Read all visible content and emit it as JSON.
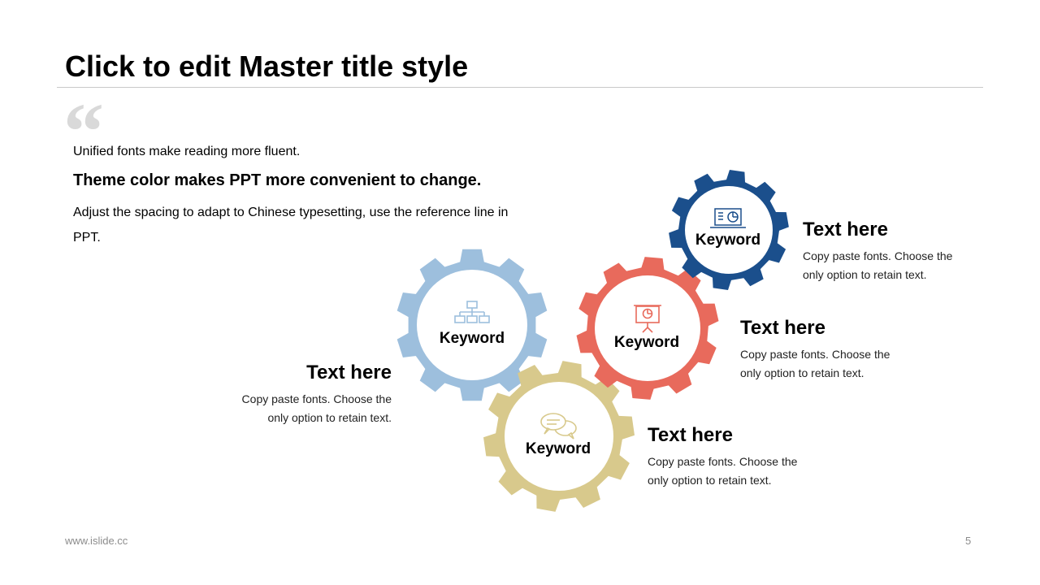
{
  "slide": {
    "title": "Click to edit Master title style",
    "quote_icon": "left-double-quote-icon",
    "quote_glyph": "“",
    "intro": {
      "line1": "Unified fonts make reading more fluent.",
      "line2": "Theme color makes PPT more convenient to change.",
      "line3": "Adjust the spacing to adapt to Chinese typesetting, use the reference line in PPT."
    },
    "footer": {
      "url": "www.islide.cc",
      "page": "5"
    }
  },
  "gears": [
    {
      "id": "blue-light",
      "color": "#9dbfdd",
      "keyword": "Keyword",
      "icon": "org-chart-icon",
      "heading": "Text here",
      "body": "Copy paste fonts. Choose the only option to retain text."
    },
    {
      "id": "gold",
      "color": "#d8c98c",
      "keyword": "Keyword",
      "icon": "chat-bubbles-icon",
      "heading": "Text here",
      "body": "Copy paste fonts. Choose the only option to retain text."
    },
    {
      "id": "red",
      "color": "#e86a5c",
      "keyword": "Keyword",
      "icon": "presentation-board-icon",
      "heading": "Text here",
      "body": "Copy paste fonts. Choose the only option to retain text."
    },
    {
      "id": "navy",
      "color": "#1b4f8c",
      "keyword": "Keyword",
      "icon": "dashboard-monitor-icon",
      "heading": "Text here",
      "body": "Copy paste fonts. Choose the only option to retain text."
    }
  ]
}
